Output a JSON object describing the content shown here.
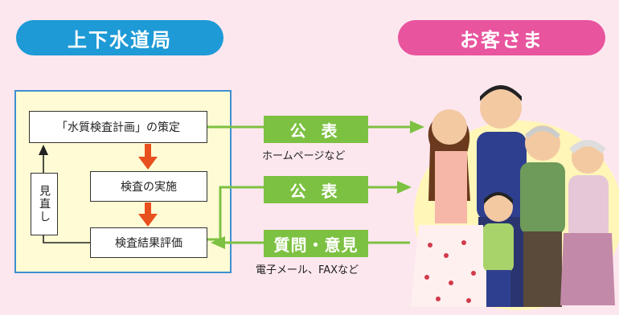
{
  "header": {
    "left_title": "上下水道局",
    "right_title": "お客さま"
  },
  "flow": {
    "plan": "「水質検査計画」の策定",
    "execute": "検査の実施",
    "evaluate": "検査結果評価",
    "review": "見直し"
  },
  "links": {
    "publish_1": "公 表",
    "publish_1_note": "ホームページなど",
    "publish_2": "公 表",
    "feedback": "質問・意見",
    "feedback_note": "電子メール、FAXなど"
  },
  "colors": {
    "bureau": "#1e9ad6",
    "customer": "#e8549e",
    "arrow_green": "#7dc142",
    "arrow_orange": "#e8501e"
  }
}
